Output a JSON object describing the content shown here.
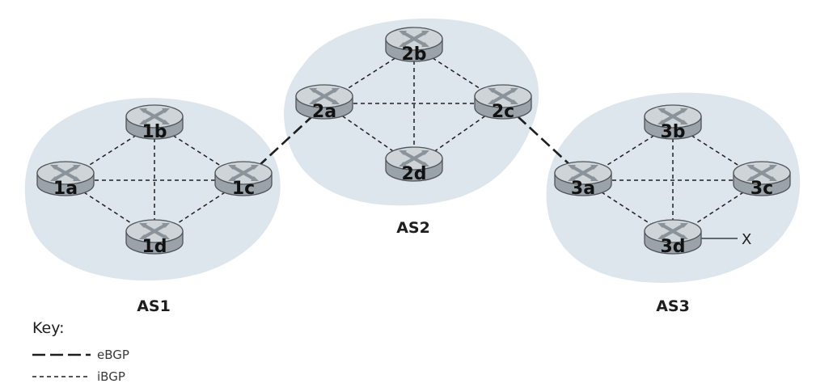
{
  "colors": {
    "as_region": "#dde6ec",
    "router_top": "#cfd4d8",
    "router_side": "#9aa3aa",
    "router_edge": "#4e5459",
    "router_cross": "#8b939a",
    "line": "#1e1e1e"
  },
  "as_labels": {
    "as1": "AS1",
    "as2": "AS2",
    "as3": "AS3"
  },
  "routers": {
    "r1a": "1a",
    "r1b": "1b",
    "r1c": "1c",
    "r1d": "1d",
    "r2a": "2a",
    "r2b": "2b",
    "r2c": "2c",
    "r2d": "2d",
    "r3a": "3a",
    "r3b": "3b",
    "r3c": "3c",
    "r3d": "3d"
  },
  "external": {
    "x_label": "X"
  },
  "key": {
    "title": "Key:",
    "ebgp_label": "eBGP",
    "ibgp_label": "iBGP"
  }
}
